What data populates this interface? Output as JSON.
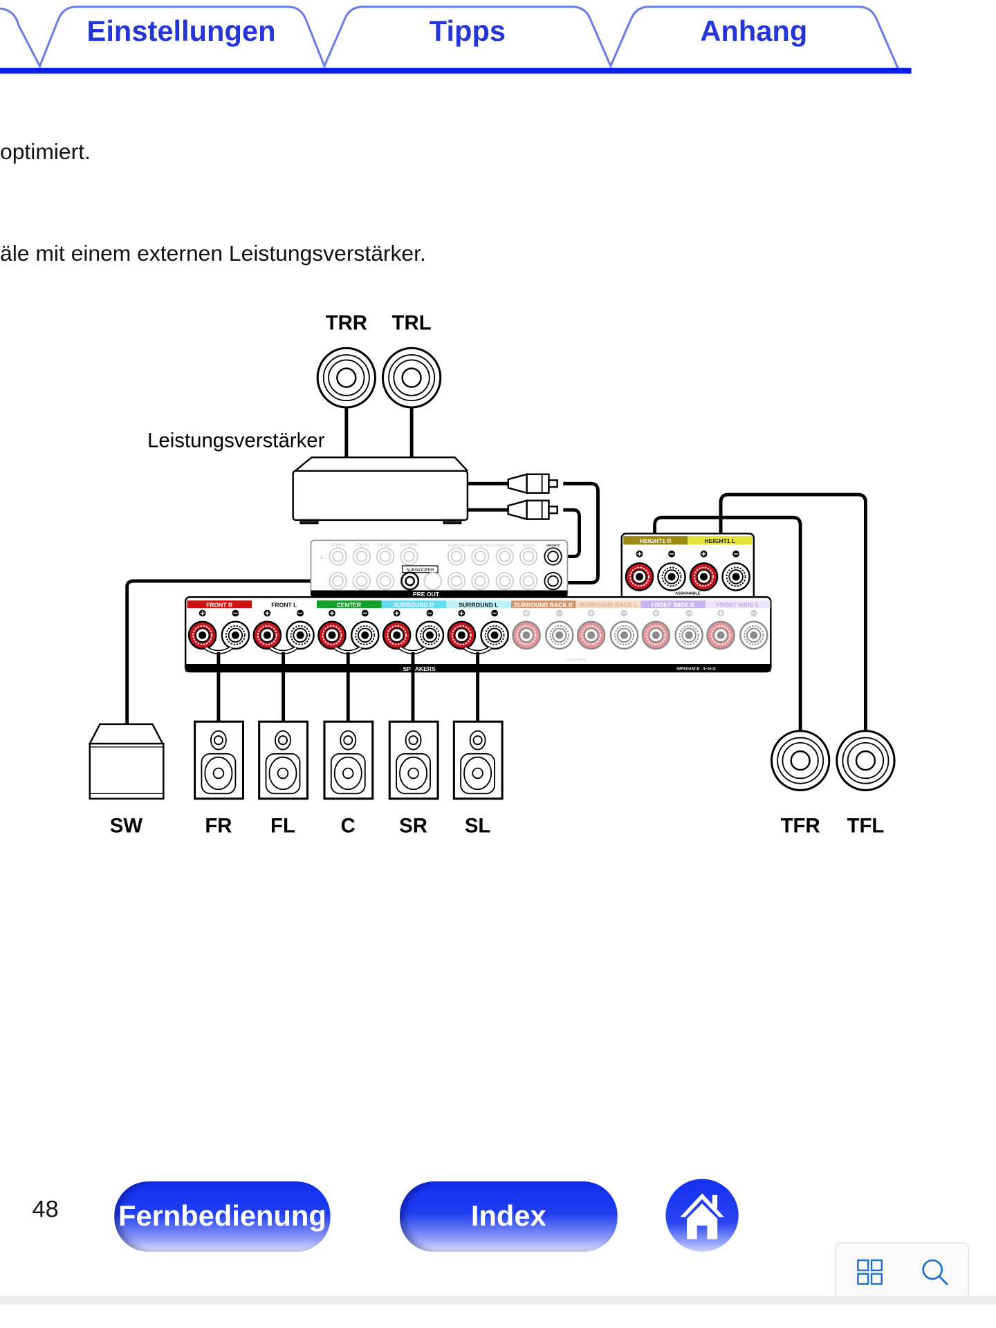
{
  "tabs": [
    {
      "label": "Einstellungen"
    },
    {
      "label": "Tipps"
    },
    {
      "label": "Anhang"
    }
  ],
  "body": {
    "line1": "optimiert.",
    "line2": "äle mit einem externen Leistungsverstärker."
  },
  "diagram": {
    "amp_label": "Leistungsverstärker",
    "speakers_top": [
      "TRR",
      "TRL"
    ],
    "speakers_bottom": [
      "SW",
      "FR",
      "FL",
      "C",
      "SR",
      "SL"
    ],
    "speakers_right": [
      "TFR",
      "TFL"
    ],
    "pre_out": {
      "title": "PRE OUT",
      "jack_labels": [
        "ZONE2",
        "ZONE3",
        "FRONT",
        "CENTER",
        "SURROUND",
        "SURROUND BACK",
        "FRONT WIDE",
        "HEIGHT1",
        "HEIGHT2"
      ],
      "subwoofer_label": "SUBWOOFER",
      "side_label": "L"
    },
    "height_panel": {
      "channels": [
        {
          "label": "HEIGHT1 R",
          "color": "#9c8a12",
          "text_color": "#ffffff"
        },
        {
          "label": "HEIGHT1 L",
          "color": "#e4e438",
          "text_color": "#222222"
        }
      ],
      "assignable": "ASSIGNABLE"
    },
    "speaker_panel": {
      "channels": [
        {
          "label": "FRONT R",
          "color": "#cc1111",
          "text_color": "#ffffff",
          "active": true
        },
        {
          "label": "FRONT L",
          "color": "#ffffff",
          "text_color": "#111111",
          "active": true
        },
        {
          "label": "CENTER",
          "color": "#12a02a",
          "text_color": "#ffffff",
          "active": true
        },
        {
          "label": "SURROUND R",
          "color": "#66dcef",
          "text_color": "#ffffff",
          "active": true
        },
        {
          "label": "SURROUND L",
          "color": "#bff1f8",
          "text_color": "#111111",
          "active": true
        },
        {
          "label": "SURROUND BACK R",
          "color": "#d4956a",
          "text_color": "#ffffff",
          "active": false
        },
        {
          "label": "SURROUND BACK L",
          "color": "#f3dcc8",
          "text_color": "#e0b896",
          "active": false
        },
        {
          "label": "FRONT WIDE R",
          "color": "#c6b6f0",
          "text_color": "#ffffff",
          "active": false
        },
        {
          "label": "FRONT WIDE L",
          "color": "#ebe4fa",
          "text_color": "#b9aee0",
          "active": false
        }
      ],
      "title": "SPEAKERS",
      "assignable": "ASSIGNABLE",
      "impedance": "IMPEDANCE : 4~16 Ω"
    }
  },
  "footer": {
    "page_number": "48",
    "remote_button": "Fernbedienung",
    "index_button": "Index",
    "home_icon": "home-icon",
    "thumbnails_icon": "grid-icon",
    "search_icon": "search-icon"
  },
  "colors": {
    "accent": "#1a2ee8",
    "tab_outline": "#6a7ee6",
    "tab_text": "#2436d6"
  }
}
